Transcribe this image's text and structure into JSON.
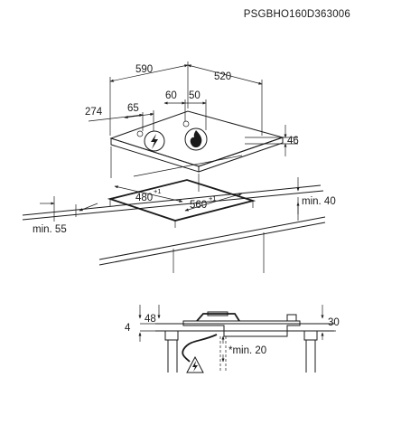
{
  "document_code": "PSGBHO160D363006",
  "hob_dims": {
    "width": "590",
    "depth": "520",
    "left_offset": "274",
    "burner_offset": "65",
    "knob_60": "60",
    "knob_50": "50",
    "height": "46"
  },
  "cutout_dims": {
    "depth": "480",
    "depth_tol": "+1",
    "width": "560",
    "width_tol": "+1",
    "min_side": "min. 55",
    "min_back": "min. 40"
  },
  "section_dims": {
    "left_48": "48",
    "left_4": "4",
    "right_30": "30",
    "min_below": "*min. 20"
  },
  "icons": [
    "lightning-icon",
    "flame-icon",
    "warning-electric-icon"
  ]
}
